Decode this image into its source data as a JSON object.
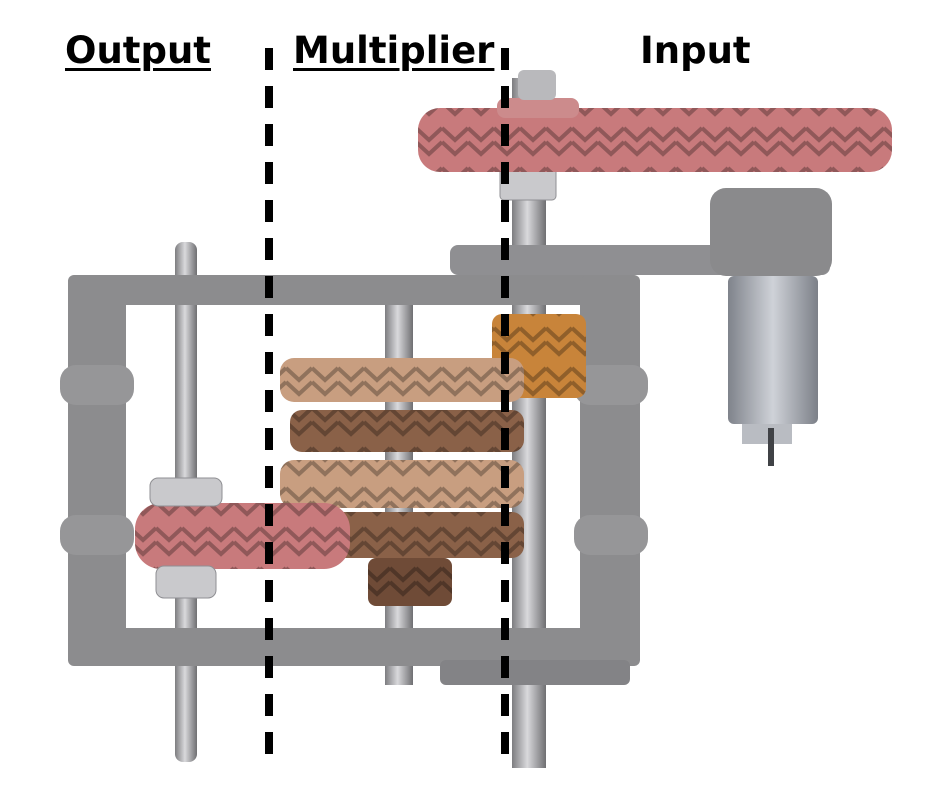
{
  "labels": {
    "output": "Output",
    "multiplier": "Multiplier",
    "input": "Input"
  },
  "colors": {
    "frame": "#8c8c8e",
    "frame_dark": "#6e6e70",
    "shaft": "#b3b3b6",
    "input_gear": "#c87a7c",
    "multiplier_gear_light": "#c89e80",
    "multiplier_gear_dark": "#8a6148",
    "pinion": "#c8843a",
    "motor": "#a9acb3",
    "divider": "#000000"
  },
  "icons": [
    "gearbox-frame",
    "input-gear",
    "motor",
    "multiplier-gear-stack",
    "output-gear",
    "output-shaft",
    "divider-line"
  ]
}
